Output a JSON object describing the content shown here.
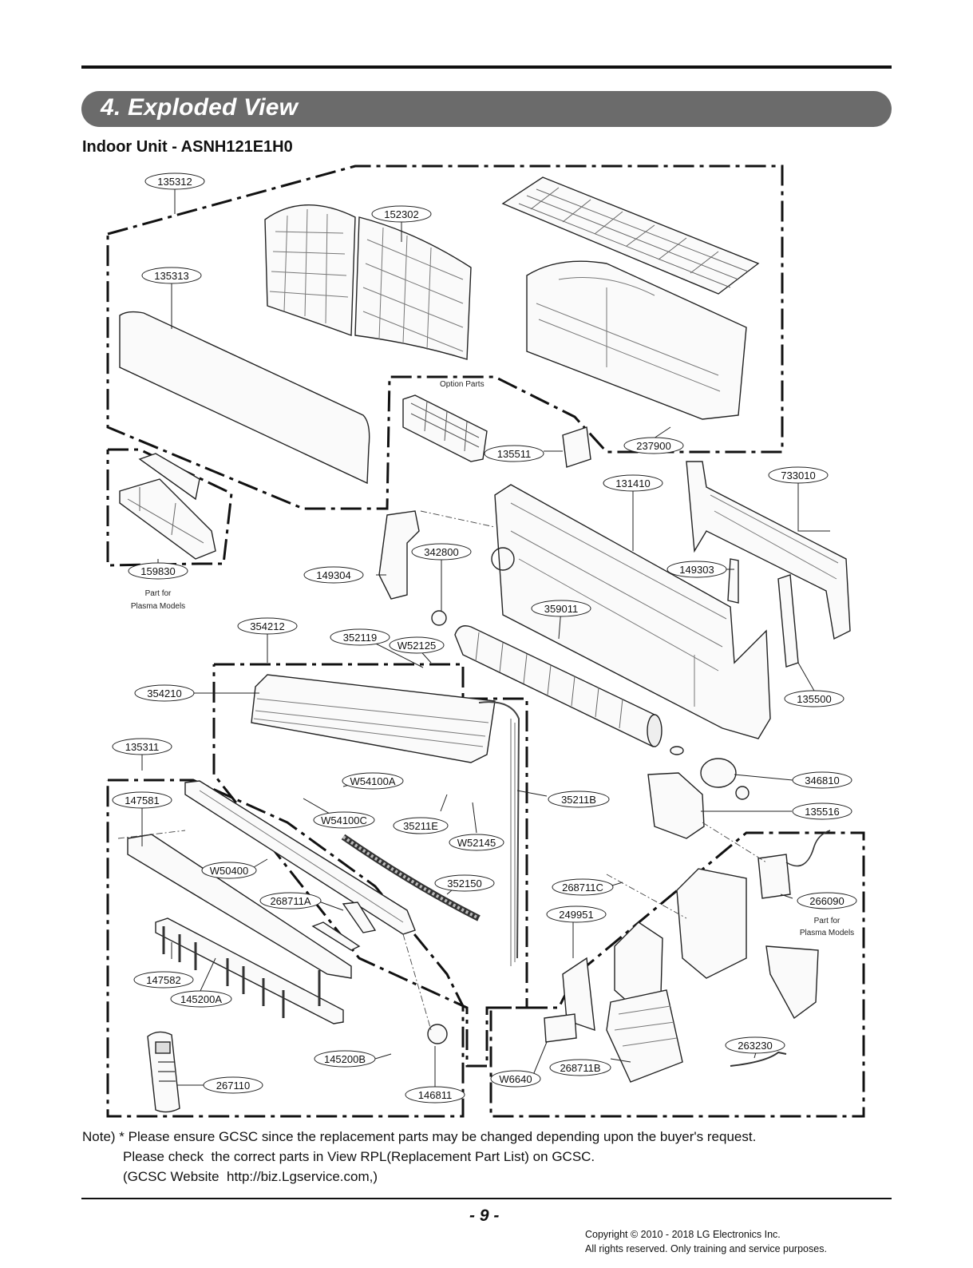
{
  "section": {
    "title": "4. Exploded View"
  },
  "unit": {
    "title": "Indoor Unit - ASNH121E1H0"
  },
  "diagram": {
    "option_parts_label": "Option Parts",
    "part_labels": {
      "p135312": "135312",
      "p152302": "152302",
      "p135313": "135313",
      "p237900": "237900",
      "p135511": "135511",
      "p131410": "131410",
      "p733010": "733010",
      "p159830": "159830",
      "p149304": "149304",
      "p342800": "342800",
      "p149303": "149303",
      "p359011": "359011",
      "p354212": "354212",
      "p352119": "352119",
      "pW52125": "W52125",
      "p354210": "354210",
      "p135500": "135500",
      "p135311": "135311",
      "pW54100A": "W54100A",
      "p346810": "346810",
      "p147581": "147581",
      "p35211B": "35211B",
      "p135516": "135516",
      "pW54100C": "W54100C",
      "p35211E": "35211E",
      "pW52145": "W52145",
      "pW50400": "W50400",
      "p352150": "352150",
      "p268711C": "268711C",
      "p268711A": "268711A",
      "p266090": "266090",
      "p249951": "249951",
      "p147582": "147582",
      "p145200A": "145200A",
      "p263230": "263230",
      "p145200B": "145200B",
      "p268711B": "268711B",
      "pW6640": "W6640",
      "p267110": "267110",
      "p146811": "146811"
    },
    "plasma_note_1": {
      "line1": "Part for",
      "line2": "Plasma Models"
    },
    "plasma_note_2": {
      "line1": "Part for",
      "line2": "Plasma Models"
    }
  },
  "note": {
    "line1": "Note) * Please ensure GCSC since the replacement parts may be changed depending upon the buyer's request.",
    "line2": "Please check  the correct parts in View RPL(Replacement Part List) on GCSC.",
    "line3": "(GCSC Website  http://biz.Lgservice.com,)"
  },
  "footer": {
    "page_number": "- 9 -",
    "copyright_line1": "Copyright © 2010 - 2018 LG Electronics Inc.",
    "copyright_line2": "All rights reserved. Only training and service purposes."
  }
}
